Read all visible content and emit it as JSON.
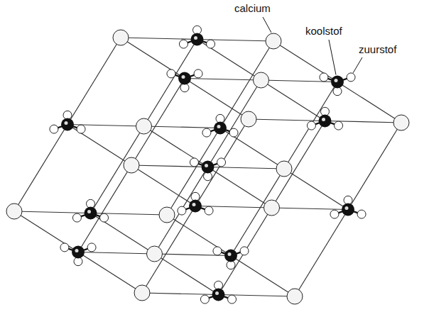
{
  "diagram": {
    "labels": [
      "calcium",
      "koolstof",
      "zuurstof"
    ]
  }
}
